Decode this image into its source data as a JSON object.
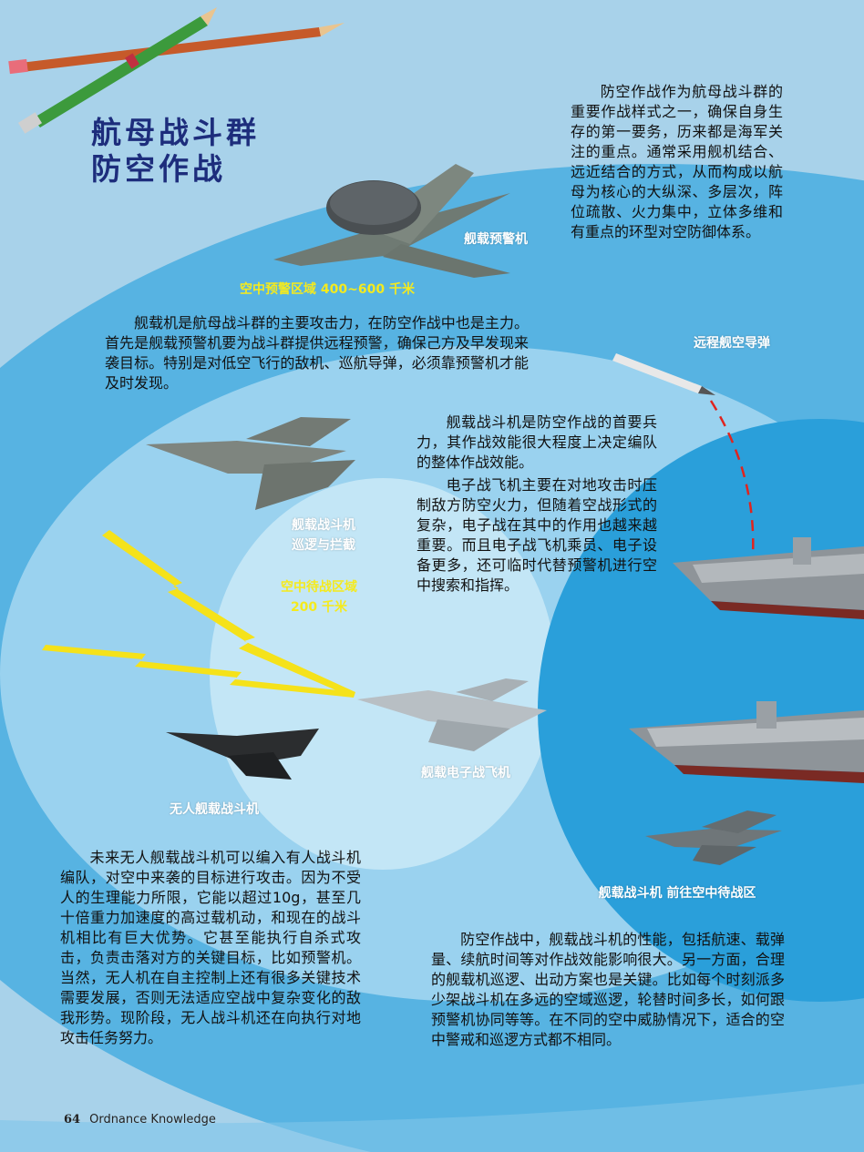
{
  "title": {
    "line1": "航母战斗群",
    "line2": "防空作战"
  },
  "intro_text": "防空作战作为航母战斗群的重要作战样式之一，确保自身生存的第一要务，历来都是海军关注的重点。通常采用舰机结合、远近结合的方式，从而构成以航母为核心的大纵深、多层次，阵位疏散、火力集中，立体多维和有重点的环型对空防御体系。",
  "aew_paragraph": "舰载机是航母战斗群的主要攻击力，在防空作战中也是主力。首先是舰载预警机要为战斗群提供远程预警，确保己方及早发现来袭目标。特别是对低空飞行的敌机、巡航导弹，必须靠预警机才能及时发现。",
  "fighter_paragraph_1": "舰载战斗机是防空作战的首要兵力，其作战效能很大程度上决定编队的整体作战效能。",
  "fighter_paragraph_2": "电子战飞机主要在对地攻击时压制敌方防空火力，但随着空战形式的复杂，电子战在其中的作用也越来越重要。而且电子战飞机乘员、电子设备更多，还可临时代替预警机进行空中搜索和指挥。",
  "uav_paragraph": "未来无人舰载战斗机可以编入有人战斗机编队，对空中来袭的目标进行攻击。因为不受人的生理能力所限，它能以超过10g，甚至几十倍重力加速度的高过载机动，和现在的战斗机相比有巨大优势。它甚至能执行自杀式攻击，负责击落对方的关键目标，比如预警机。当然，无人机在自主控制上还有很多关键技术需要发展，否则无法适应空战中复杂变化的敌我形势。现阶段，无人战斗机还在向执行对地攻击任务努力。",
  "patrol_paragraph": "防空作战中，舰载战斗机的性能，包括航速、载弹量、续航时间等对作战效能影响很大。另一方面，合理的舰载机巡逻、出动方案也是关键。比如每个时刻派多少架战斗机在多远的空域巡逻，轮替时间多长，如何跟预警机协同等等。在不同的空中威胁情况下，适合的空中警戒和巡逻方式都不相同。",
  "labels": {
    "aew": "舰载预警机",
    "aew_zone": "空中预警区域  400~600 千米",
    "missile": "远程舰空导弹",
    "fighter_patrol_1": "舰载战斗机",
    "fighter_patrol_2": "巡逻与拦截",
    "wait_zone_1": "空中待战区域",
    "wait_zone_2": "200 千米",
    "ew_aircraft": "舰载电子战飞机",
    "uav_fighter": "无人舰载战斗机",
    "fighter_to_zone": "舰载战斗机  前往空中待战区"
  },
  "footer": {
    "page_number": "64",
    "magazine": "Ordnance Knowledge"
  },
  "colors": {
    "outer_bg": "#a8d2ea",
    "ring_1": "#57b3e2",
    "ring_2": "#9ad2ef",
    "ring_3": "#c3e6f6",
    "core": "#2a9fda",
    "title": "#1d2d7c",
    "zone_text": "#f4ea1e"
  },
  "icons": [
    "pencil-icon",
    "aew-aircraft-icon",
    "fighter-jet-icon",
    "ew-aircraft-icon",
    "uav-fighter-icon",
    "destroyer-icon",
    "missile-icon",
    "radar-beam-icon"
  ]
}
